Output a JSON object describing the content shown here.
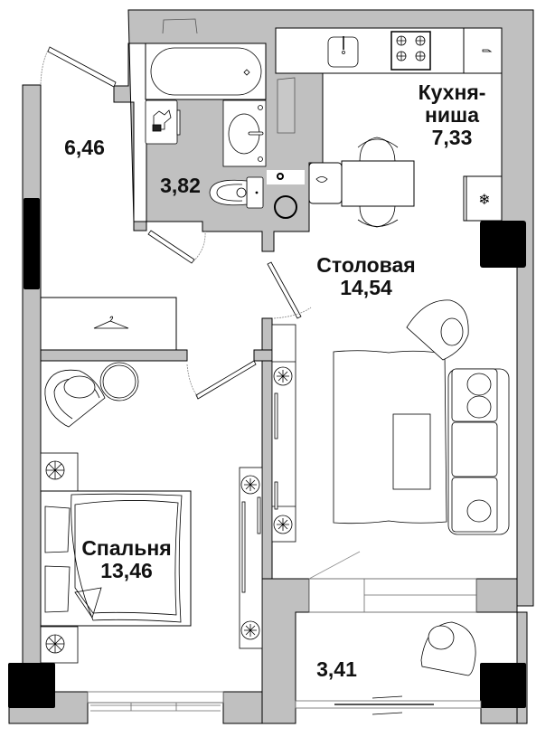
{
  "plan": {
    "type": "apartment-floor-plan",
    "colors": {
      "wall": "#c0c0c0",
      "wall_outline": "#000000",
      "column": "#000000",
      "floor": "#ffffff",
      "furniture_line": "#000000",
      "text": "#111111"
    },
    "rooms": [
      {
        "id": "hallway",
        "name": "",
        "area": "6,46"
      },
      {
        "id": "bathroom",
        "name": "",
        "area": "3,82"
      },
      {
        "id": "kitchen",
        "name_line1": "Кухня-",
        "name_line2": "ниша",
        "area": "7,33"
      },
      {
        "id": "dining",
        "name": "Столовая",
        "area": "14,54"
      },
      {
        "id": "bedroom",
        "name": "Спальня",
        "area": "13,46"
      },
      {
        "id": "balcony",
        "name": "",
        "area": "3,41"
      }
    ],
    "furniture_icons": [
      "bathtub-icon",
      "washing-machine-icon",
      "washbasin-icon",
      "toilet-icon",
      "kitchen-sink-icon",
      "stove-icon",
      "refrigerator-icon",
      "dining-table-icon",
      "hanger-icon",
      "armchair-icon",
      "round-table-icon",
      "sofa-icon",
      "coffee-table-icon",
      "rug-icon",
      "bed-icon",
      "plant-icon",
      "sliding-door-icon"
    ]
  }
}
